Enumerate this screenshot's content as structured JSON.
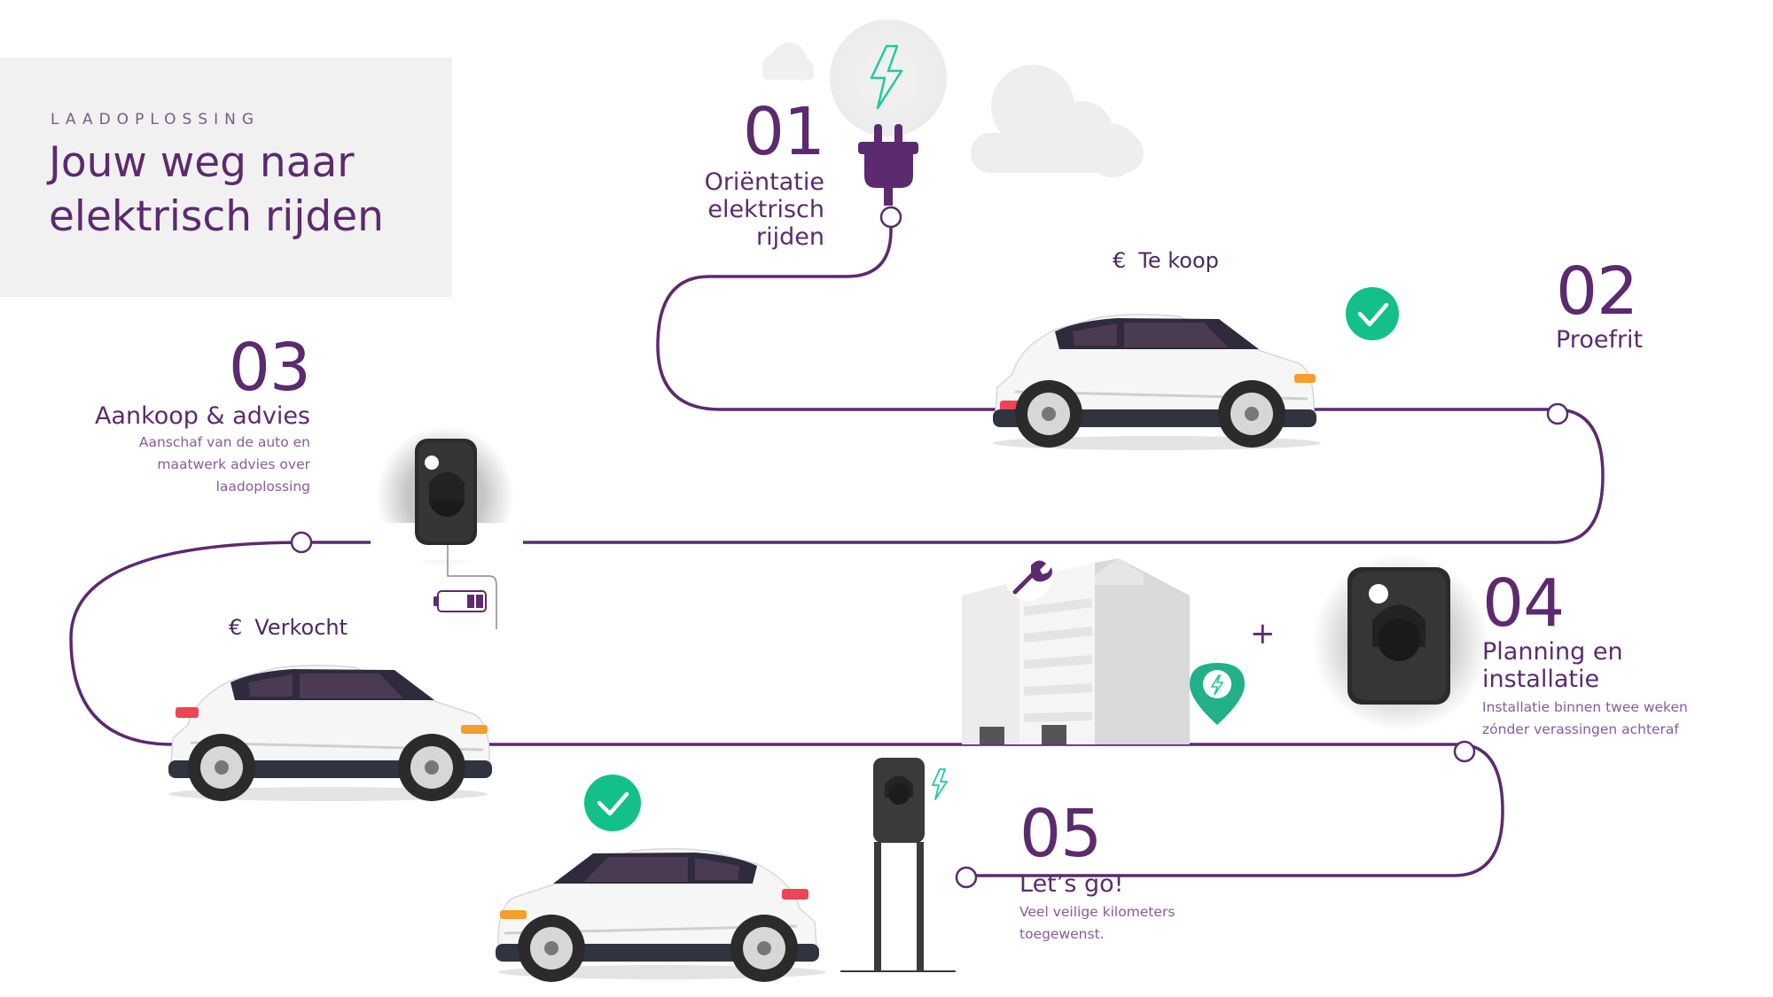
{
  "header": {
    "eyebrow": "LAADOPLOSSING",
    "title": "Jouw weg naar elektrisch rijden"
  },
  "steps": [
    {
      "number": "01",
      "title": "Oriëntatie elektrisch rijden",
      "description": ""
    },
    {
      "number": "02",
      "title": "Proefrit",
      "description": ""
    },
    {
      "number": "03",
      "title": "Aankoop & advies",
      "description": "Aanschaf van de auto en maatwerk advies over laadoplossing"
    },
    {
      "number": "04",
      "title": "Planning en installatie",
      "description": "Installatie binnen twee weken zónder verassingen achteraf"
    },
    {
      "number": "05",
      "title": "Let’s go!",
      "description": "Veel veilige kilometers toegewenst."
    }
  ],
  "labels": {
    "currency": "€",
    "for_sale": "Te koop",
    "sold": "Verkocht",
    "plus": "+"
  },
  "colors": {
    "brand": "#5c2a6e",
    "check": "#13c08a",
    "bolt": "#21c99b"
  },
  "icons": [
    "plug-icon",
    "lightning-icon",
    "checkmark-icon",
    "wrench-icon",
    "location-pin-icon",
    "battery-icon",
    "car-icon",
    "wallbox-charger-icon",
    "building-icon",
    "cloud-icon"
  ]
}
